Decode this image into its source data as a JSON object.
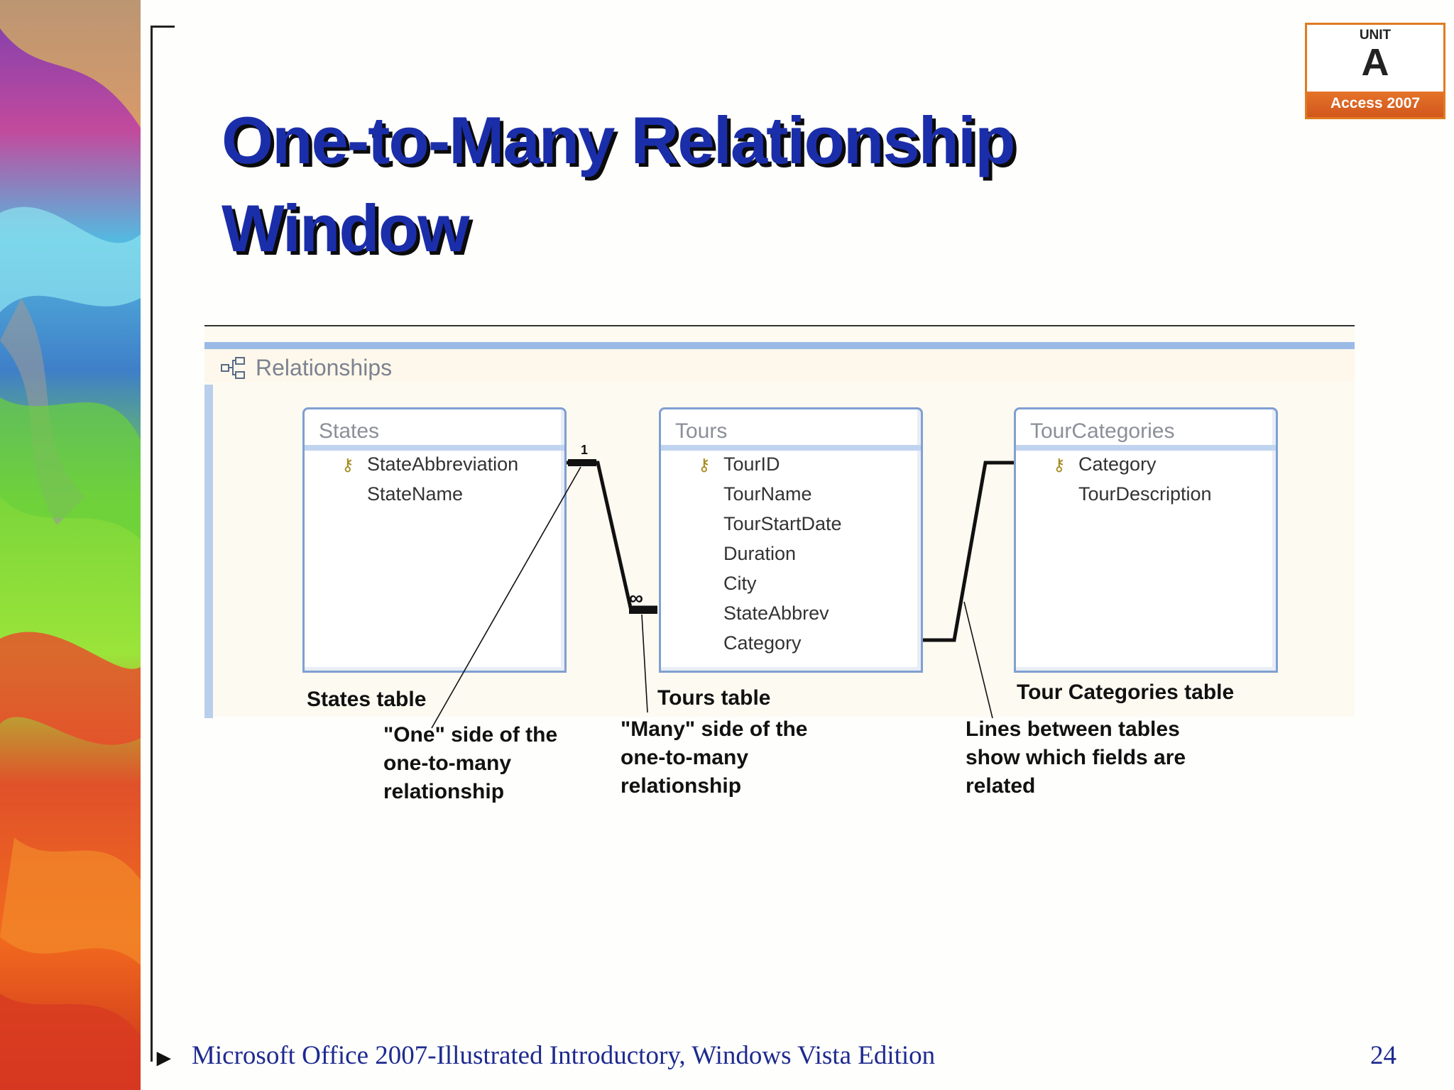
{
  "slide": {
    "title": "One-to-Many Relationship Window",
    "page_number": "24",
    "footer": "Microsoft Office 2007-Illustrated Introductory, Windows Vista Edition"
  },
  "badge": {
    "unit_label": "UNIT",
    "unit_letter": "A",
    "product": "Access 2007",
    "accent_color": "#e07b22"
  },
  "relationships_window": {
    "title": "Relationships",
    "icon": "relationships-icon",
    "tables": [
      {
        "name": "States",
        "fields": [
          {
            "label": "StateAbbreviation",
            "primary_key": true
          },
          {
            "label": "StateName",
            "primary_key": false
          }
        ]
      },
      {
        "name": "Tours",
        "fields": [
          {
            "label": "TourID",
            "primary_key": true
          },
          {
            "label": "TourName",
            "primary_key": false
          },
          {
            "label": "TourStartDate",
            "primary_key": false
          },
          {
            "label": "Duration",
            "primary_key": false
          },
          {
            "label": "City",
            "primary_key": false
          },
          {
            "label": "StateAbbrev",
            "primary_key": false
          },
          {
            "label": "Category",
            "primary_key": false
          }
        ]
      },
      {
        "name": "TourCategories",
        "fields": [
          {
            "label": "Category",
            "primary_key": true
          },
          {
            "label": "TourDescription",
            "primary_key": false
          }
        ]
      }
    ],
    "one_marker": "1",
    "many_marker": "∞"
  },
  "callouts": {
    "states_table": "States table",
    "tours_table": "Tours table",
    "tour_categories_table": "Tour Categories table",
    "one_side": [
      "\"One\" side of the",
      "one-to-many",
      "relationship"
    ],
    "many_side": [
      "\"Many\" side of the",
      "one-to-many",
      "relationship"
    ],
    "lines_between": [
      "Lines between tables",
      "show which fields are",
      "related"
    ]
  }
}
